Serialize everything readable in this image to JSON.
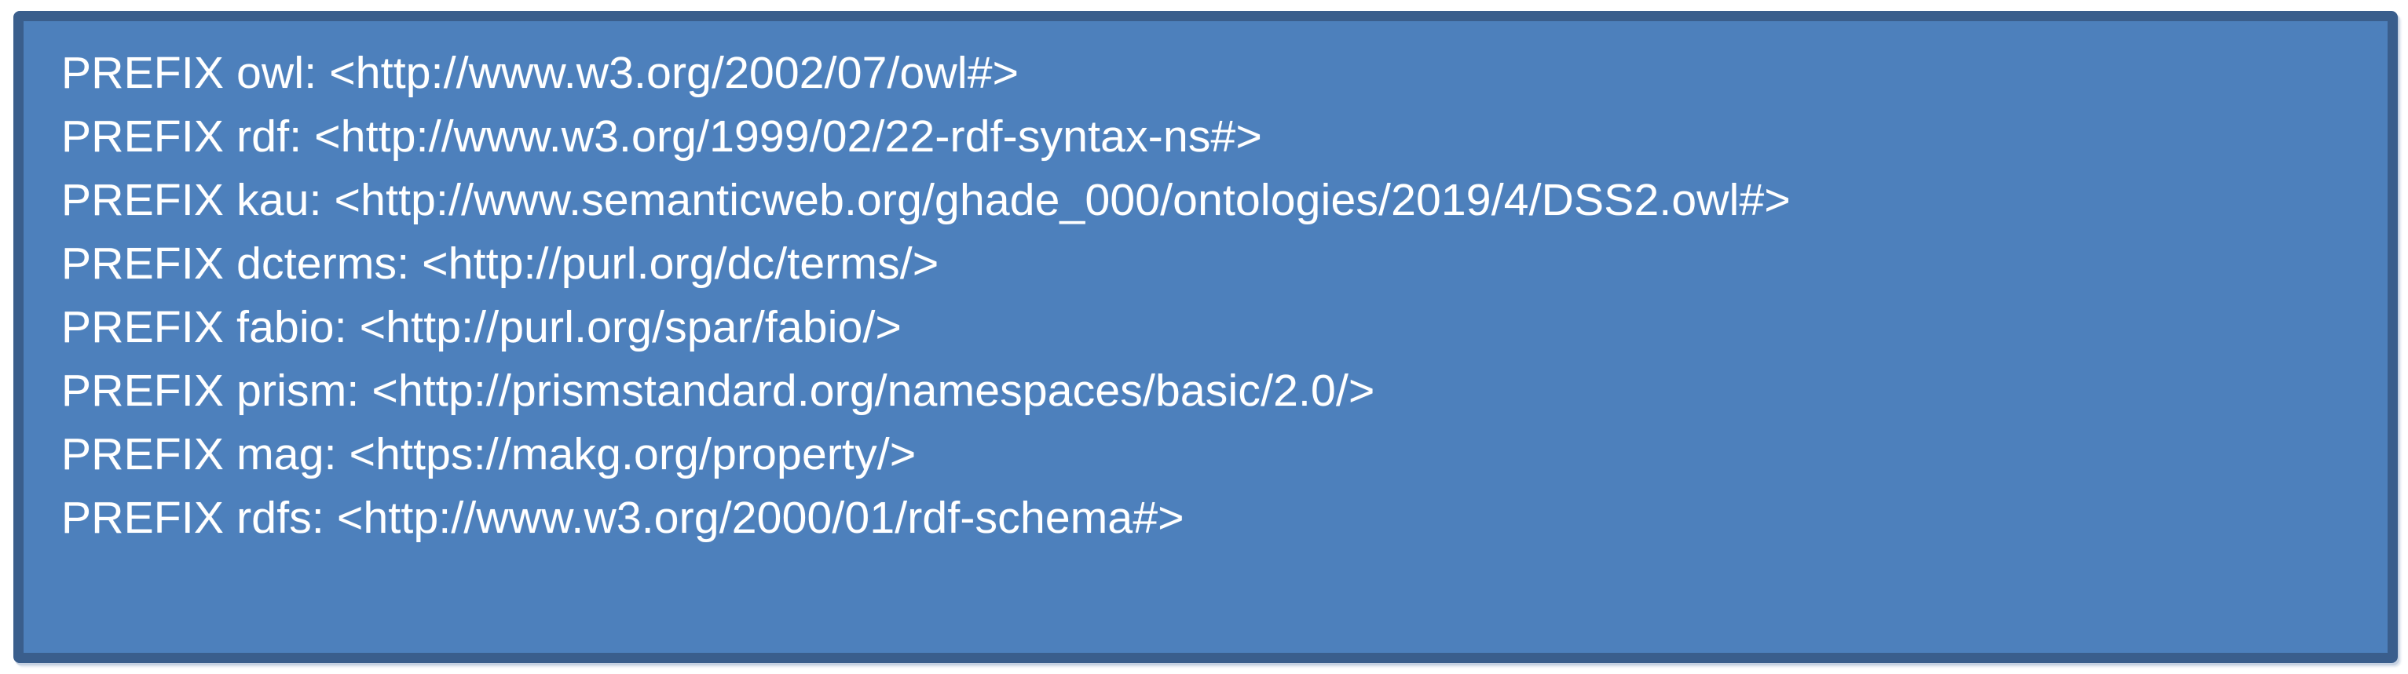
{
  "panel": {
    "description": "SPARQL prefix declaration code box",
    "colors": {
      "panel_fill": "#4d80bc",
      "panel_border": "#3a5e8c",
      "code_text": "#ffffff",
      "page_background": "#ffffff"
    },
    "code_lines": [
      "PREFIX owl: <http://www.w3.org/2002/07/owl#>",
      "PREFIX rdf: <http://www.w3.org/1999/02/22-rdf-syntax-ns#>",
      "PREFIX kau: <http://www.semanticweb.org/ghade_000/ontologies/2019/4/DSS2.owl#>",
      "PREFIX dcterms: <http://purl.org/dc/terms/>",
      "PREFIX fabio: <http://purl.org/spar/fabio/>",
      "PREFIX prism: <http://prismstandard.org/namespaces/basic/2.0/>",
      "PREFIX mag: <https://makg.org/property/>",
      "PREFIX rdfs: <http://www.w3.org/2000/01/rdf-schema#>"
    ]
  }
}
